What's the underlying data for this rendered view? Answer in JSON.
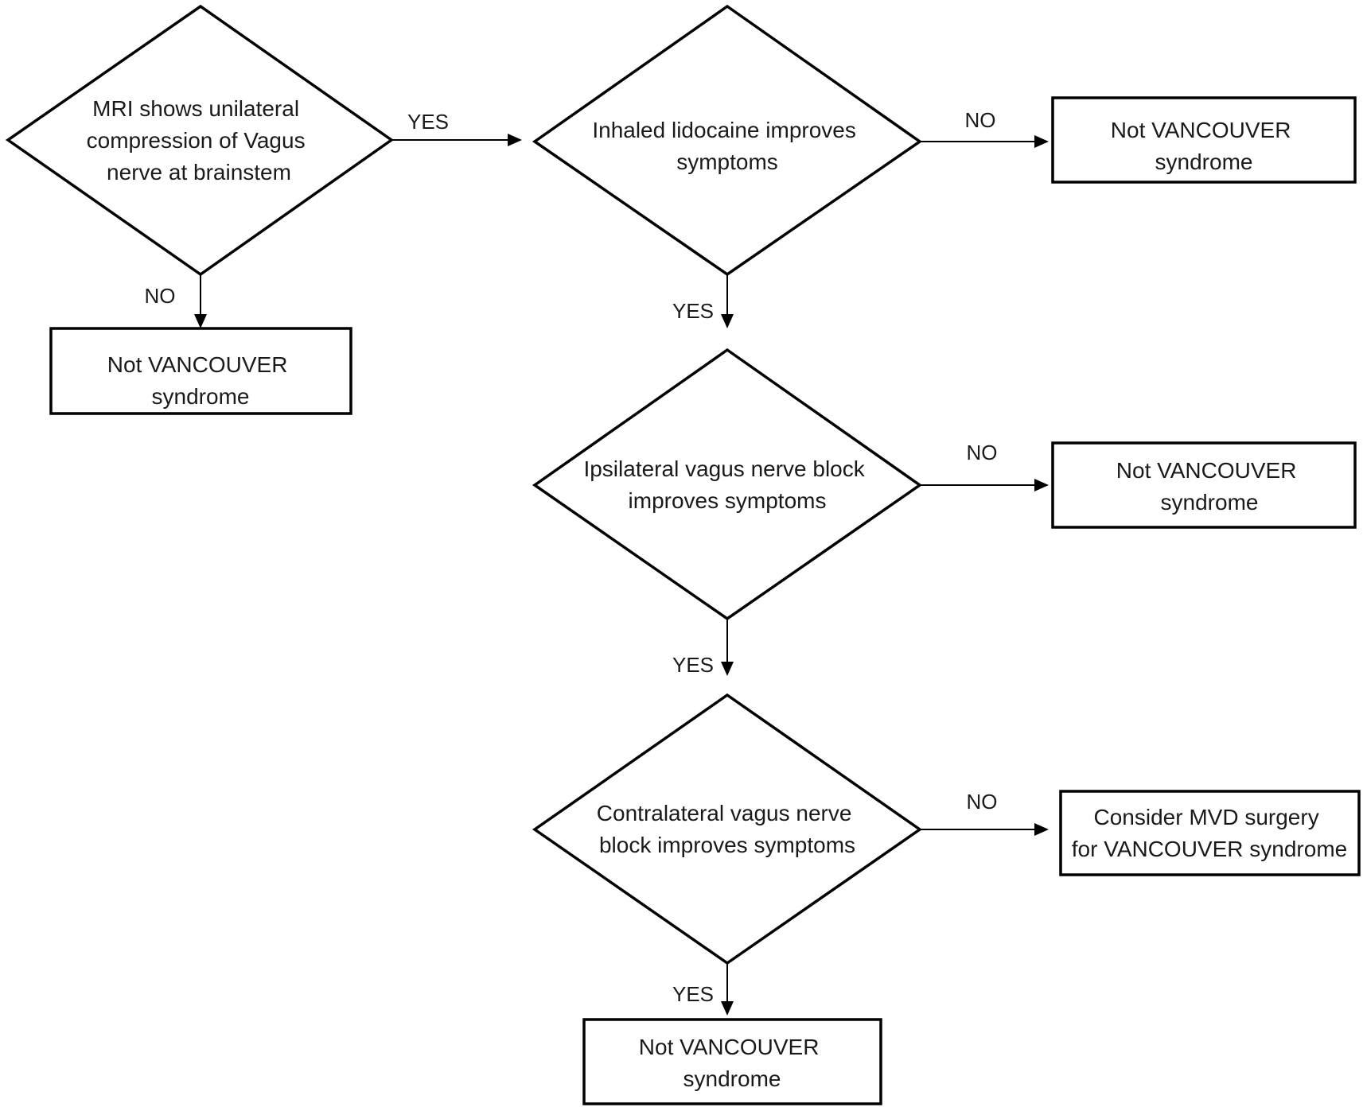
{
  "nodes": {
    "q_mri": {
      "lines": [
        "MRI shows unilateral",
        "compression of Vagus",
        "nerve at brainstem"
      ]
    },
    "q_lidocaine": {
      "lines": [
        "Inhaled lidocaine improves",
        "symptoms"
      ]
    },
    "q_ipsilateral": {
      "lines": [
        "Ipsilateral vagus nerve block",
        "improves symptoms"
      ]
    },
    "q_contralateral": {
      "lines": [
        "Contralateral vagus nerve",
        "block improves symptoms"
      ]
    },
    "r_not_1": {
      "lines": [
        "Not VANCOUVER",
        "syndrome"
      ]
    },
    "r_not_2": {
      "lines": [
        "Not VANCOUVER",
        "syndrome"
      ]
    },
    "r_not_3": {
      "lines": [
        "Not VANCOUVER",
        "syndrome"
      ]
    },
    "r_not_4": {
      "lines": [
        "Not VANCOUVER",
        "syndrome"
      ]
    },
    "r_mvd": {
      "lines": [
        "Consider MVD surgery",
        "for VANCOUVER syndrome"
      ]
    }
  },
  "edges": {
    "mri_yes": "YES",
    "mri_no": "NO",
    "lido_no": "NO",
    "lido_yes": "YES",
    "ipsi_no": "NO",
    "ipsi_yes": "YES",
    "contra_no": "NO",
    "contra_yes": "YES"
  }
}
